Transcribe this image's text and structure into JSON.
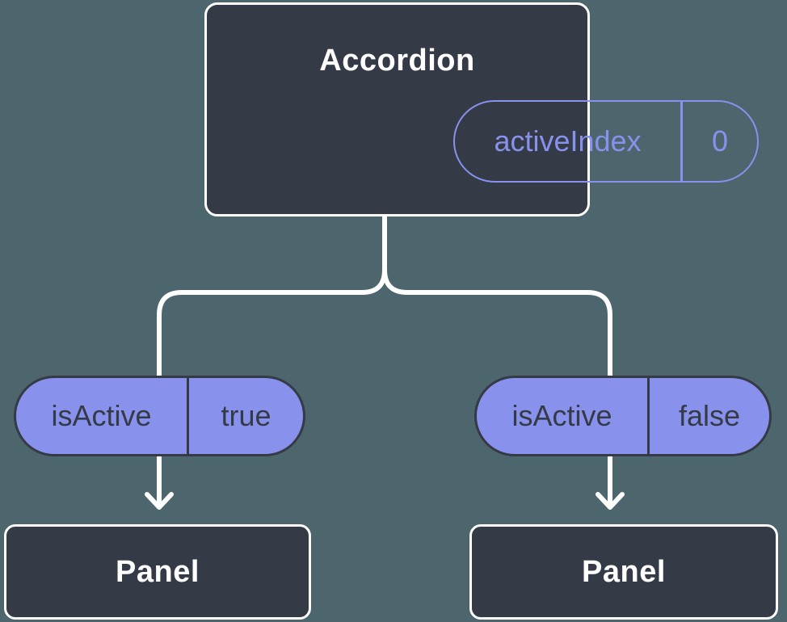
{
  "colors": {
    "background": "#4D666D",
    "node_fill": "#343A46",
    "node_border": "#FFFFFF",
    "accent_purple": "#8891EC",
    "pill_dark": "#343A46",
    "connector": "#FFFFFF",
    "title_text": "#FFFFFF"
  },
  "tree": {
    "root": {
      "title": "Accordion",
      "state_pill": {
        "label": "activeIndex",
        "value": "0"
      }
    },
    "children": [
      {
        "prop_pill": {
          "label": "isActive",
          "value": "true"
        },
        "node": {
          "title": "Panel"
        }
      },
      {
        "prop_pill": {
          "label": "isActive",
          "value": "false"
        },
        "node": {
          "title": "Panel"
        }
      }
    ]
  }
}
